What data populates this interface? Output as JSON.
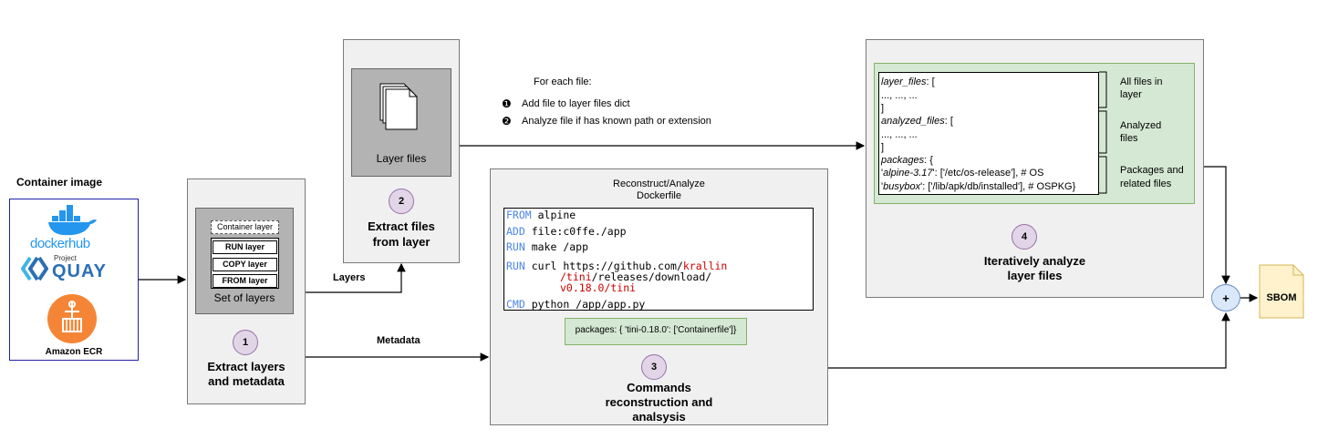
{
  "container_image": {
    "title": "Container image",
    "dockerhub_label": "dockerhub",
    "quay_small": "Project",
    "quay_label": "QUAY",
    "ecr_label": "Amazon ECR"
  },
  "step1": {
    "number": "1",
    "title_line1": "Extract layers",
    "title_line2": "and metadata",
    "container_layer": "Container layer",
    "run_layer": "RUN layer",
    "copy_layer": "COPY layer",
    "from_layer": "FROM layer",
    "set_label": "Set of layers"
  },
  "step2": {
    "number": "2",
    "title_line1": "Extract files",
    "title_line2": "from layer",
    "layer_files": "Layer files"
  },
  "for_each": {
    "heading": "For each file:",
    "item1_marker": "❶",
    "item1": "Add file to layer files dict",
    "item2_marker": "❷",
    "item2": "Analyze file if has known  path or extension"
  },
  "edges": {
    "layers": "Layers",
    "metadata": "Metadata"
  },
  "step3": {
    "number": "3",
    "header_line1": "Reconstruct/Analyze",
    "header_line2": "Dockerfile",
    "title_line1": "Commands",
    "title_line2": "reconstruction and",
    "title_line3": "analsysis",
    "code": {
      "l1_kw": "FROM",
      "l1_rest": " alpine",
      "l2_kw": "ADD",
      "l2_rest": " file:c0ffe./app",
      "l3_kw": "RUN",
      "l3_rest": " make /app",
      "l4_kw": "RUN",
      "l4_rest": " curl https://github.com/",
      "l4_red": "krallin",
      "l5_red": "/tini",
      "l5_rest": "/releases/download/",
      "l6_red": "v0.18.0/tini",
      "l7_kw": "CMD",
      "l7_rest": " python /app/app.py"
    },
    "packages": "packages: { 'tini-0.18.0': ['Containerfile']}"
  },
  "step4": {
    "number": "4",
    "title_line1": "Iteratively analyze",
    "title_line2": "layer files",
    "layer_files_key": "layer_files",
    "analyzed_files_key": "analyzed_files",
    "packages_key": "packages",
    "open_bracket": ": [",
    "open_brace": ": {",
    "ellipsis": "..., ..., ...",
    "close_bracket": "]",
    "alpine_key": "alpine-3.17",
    "alpine_val": ": ['/etc/os-release'], # OS",
    "busybox_key": "busybox",
    "busybox_val": ": ['/lib/apk/db/installed'], # OSPKG}",
    "note1_line1": "All files in",
    "note1_line2": "layer",
    "note2_line1": "Analyzed",
    "note2_line2": "files",
    "note3_line1": "Packages and",
    "note3_line2": "related files"
  },
  "merge": {
    "plus": "+",
    "sbom": "SBOM"
  }
}
